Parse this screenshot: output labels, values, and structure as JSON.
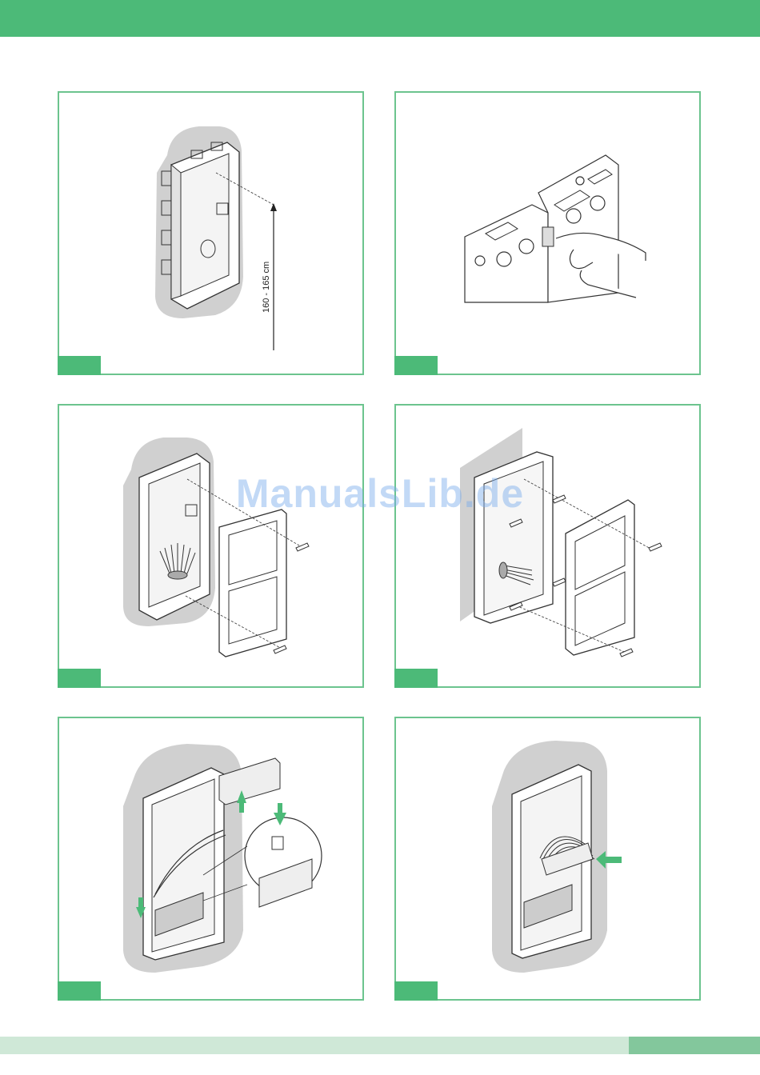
{
  "page": {
    "header_color": "#4cba78",
    "panel_border_color": "#6cc48e",
    "footer_light_color": "#cfe8d7",
    "footer_dark_color": "#83c79c"
  },
  "figures": [
    {
      "id": "fig-1",
      "dimension_label": "160 - 165 cm"
    },
    {
      "id": "fig-2"
    },
    {
      "id": "fig-3"
    },
    {
      "id": "fig-4"
    },
    {
      "id": "fig-5"
    },
    {
      "id": "fig-6"
    }
  ],
  "watermark": "ManualsLib.de"
}
